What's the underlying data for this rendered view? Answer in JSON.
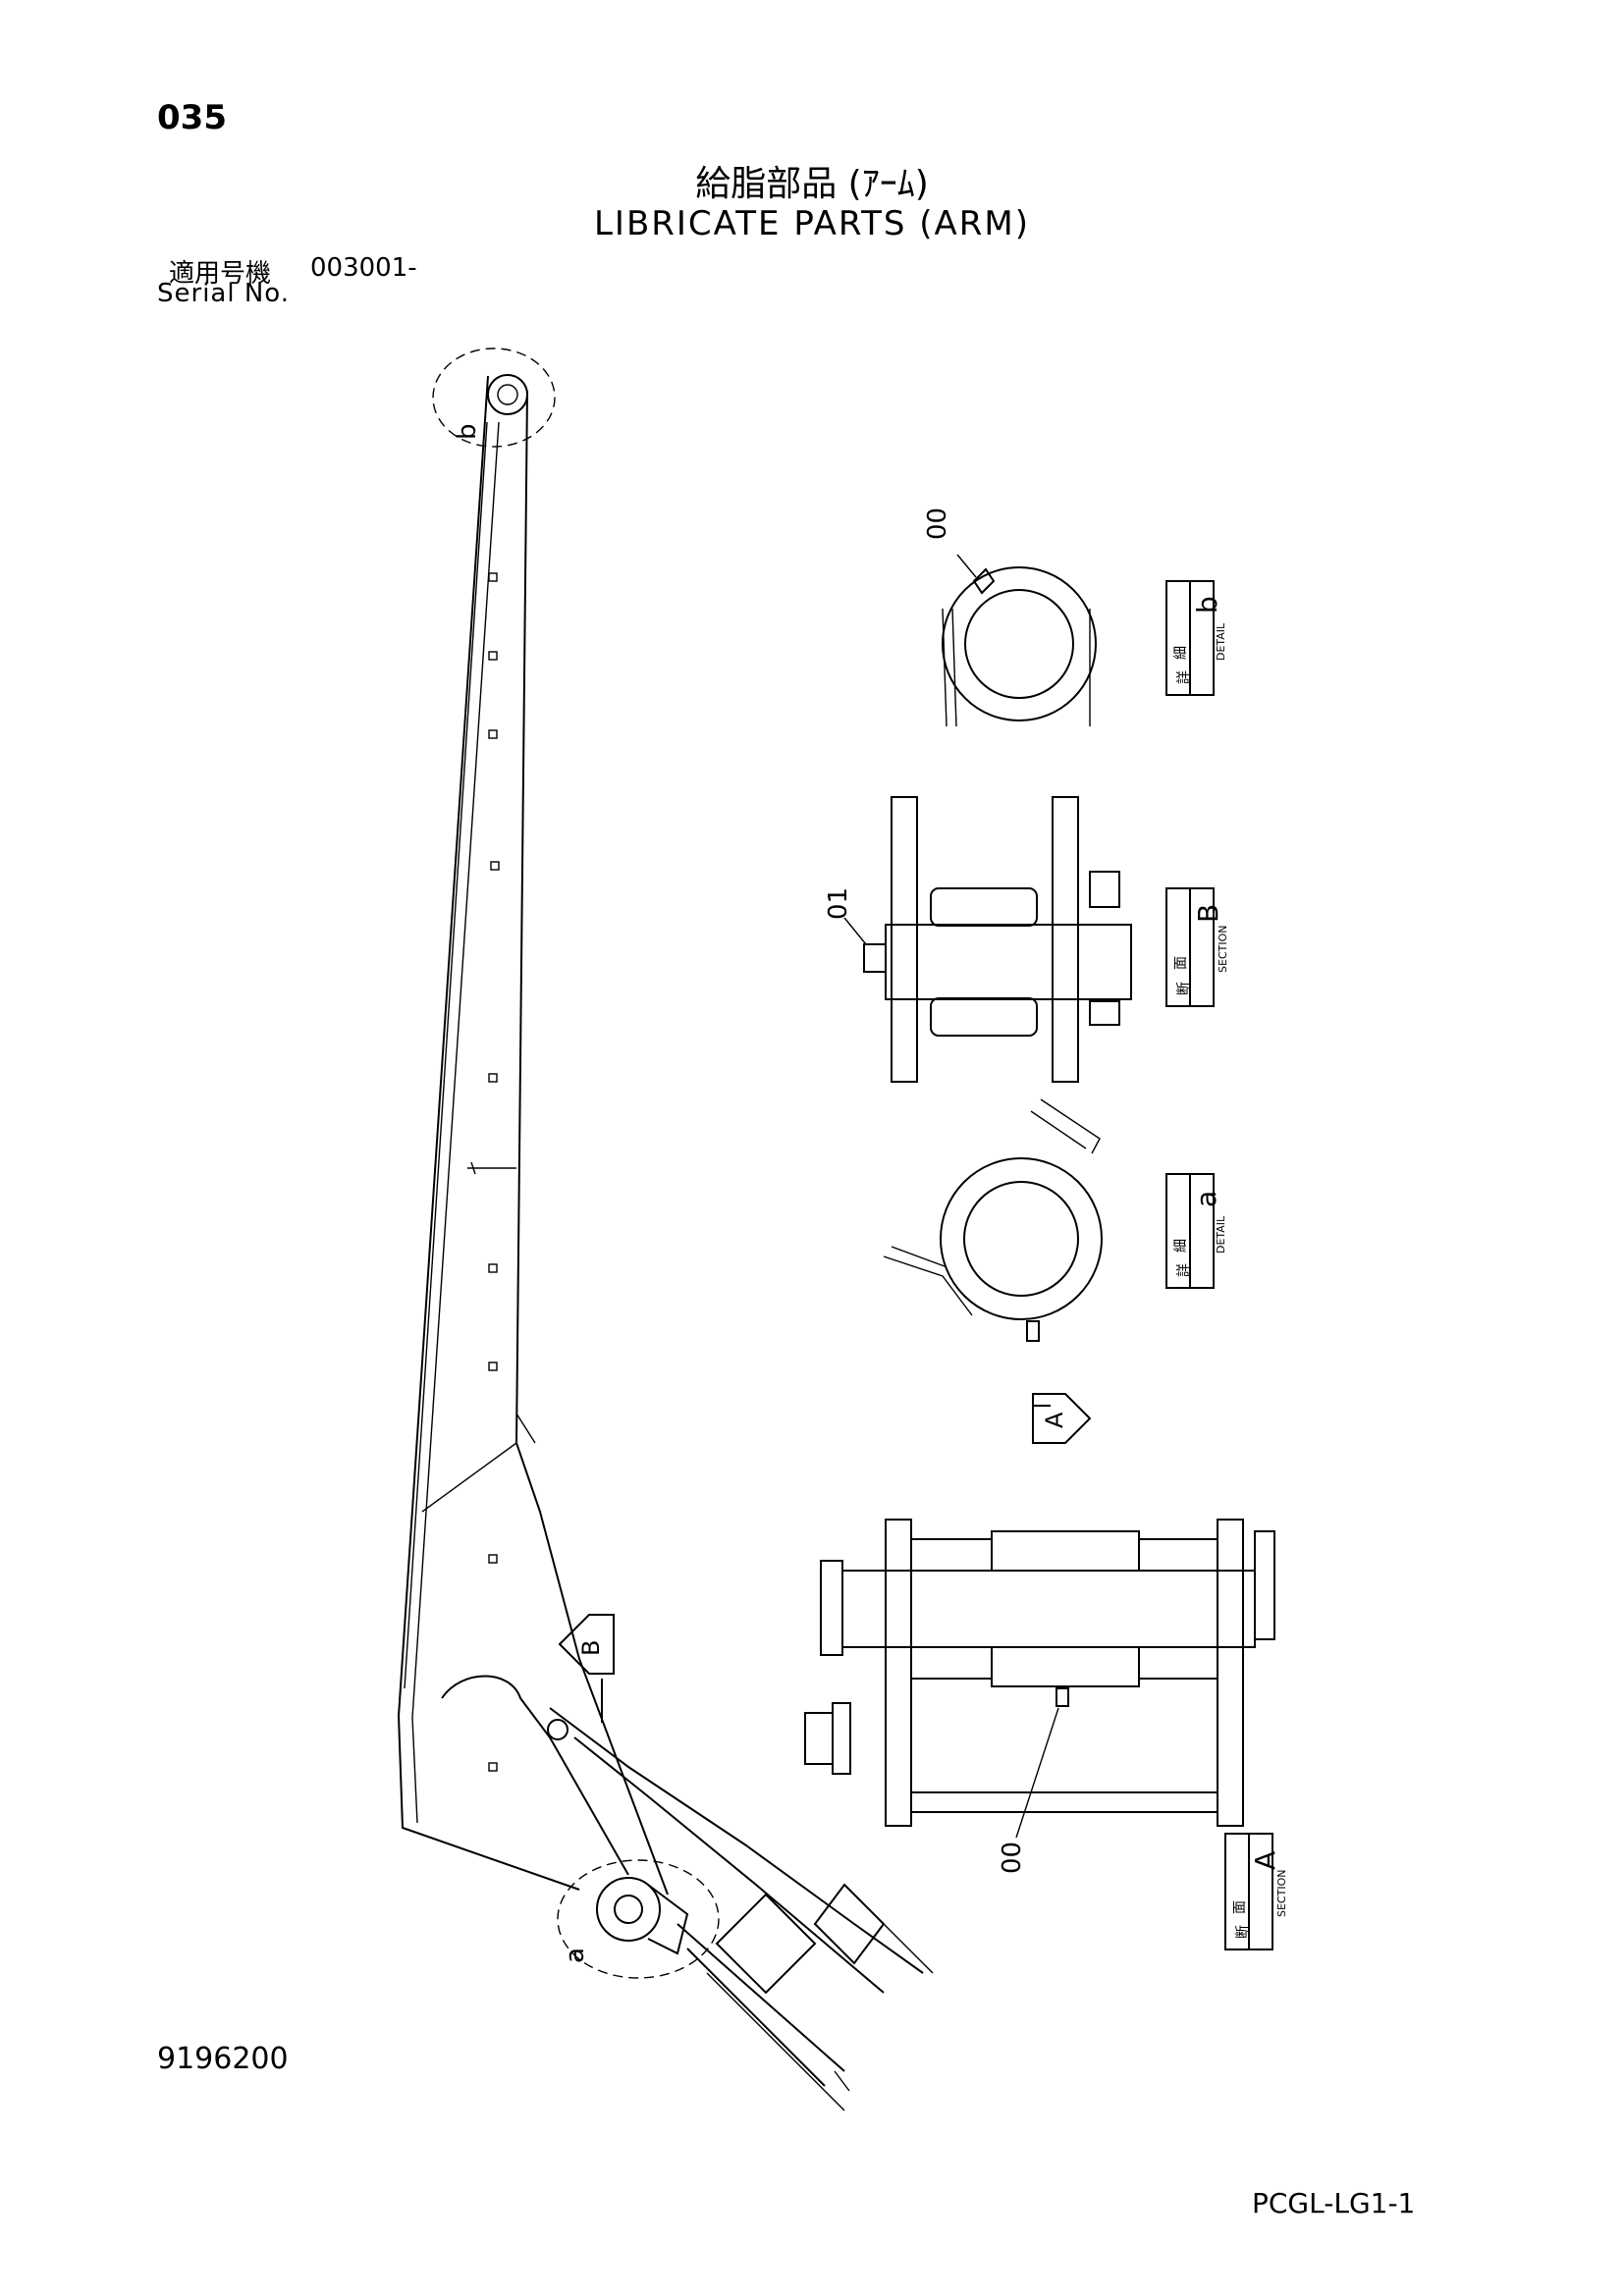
{
  "header": {
    "page_number": "035",
    "title_jp": "給脂部品 (ｱｰﾑ)",
    "title_en": "LIBRICATE PARTS (ARM)",
    "serial_label_jp": "適用号機",
    "serial_value": "003001-",
    "serial_label_en": "Serial No."
  },
  "callouts": {
    "view_b_label": "b",
    "view_a_label": "a",
    "arrow_b": "B",
    "arrow_a": "A",
    "detail_b_part": "00",
    "section_b_part": "01",
    "section_a_part": "00"
  },
  "view_boxes": {
    "detail_b": {
      "kanji_1": "詳",
      "kanji_2": "細",
      "word": "DETAIL",
      "letter": "b"
    },
    "section_b": {
      "kanji_1": "断",
      "kanji_2": "面",
      "word": "SECTION",
      "letter": "B"
    },
    "detail_a": {
      "kanji_1": "詳",
      "kanji_2": "細",
      "word": "DETAIL",
      "letter": "a"
    },
    "section_a": {
      "kanji_1": "断",
      "kanji_2": "面",
      "word": "SECTION",
      "letter": "A"
    }
  },
  "footer": {
    "drawing_number": "9196200",
    "sheet_code": "PCGL-LG1-1"
  }
}
